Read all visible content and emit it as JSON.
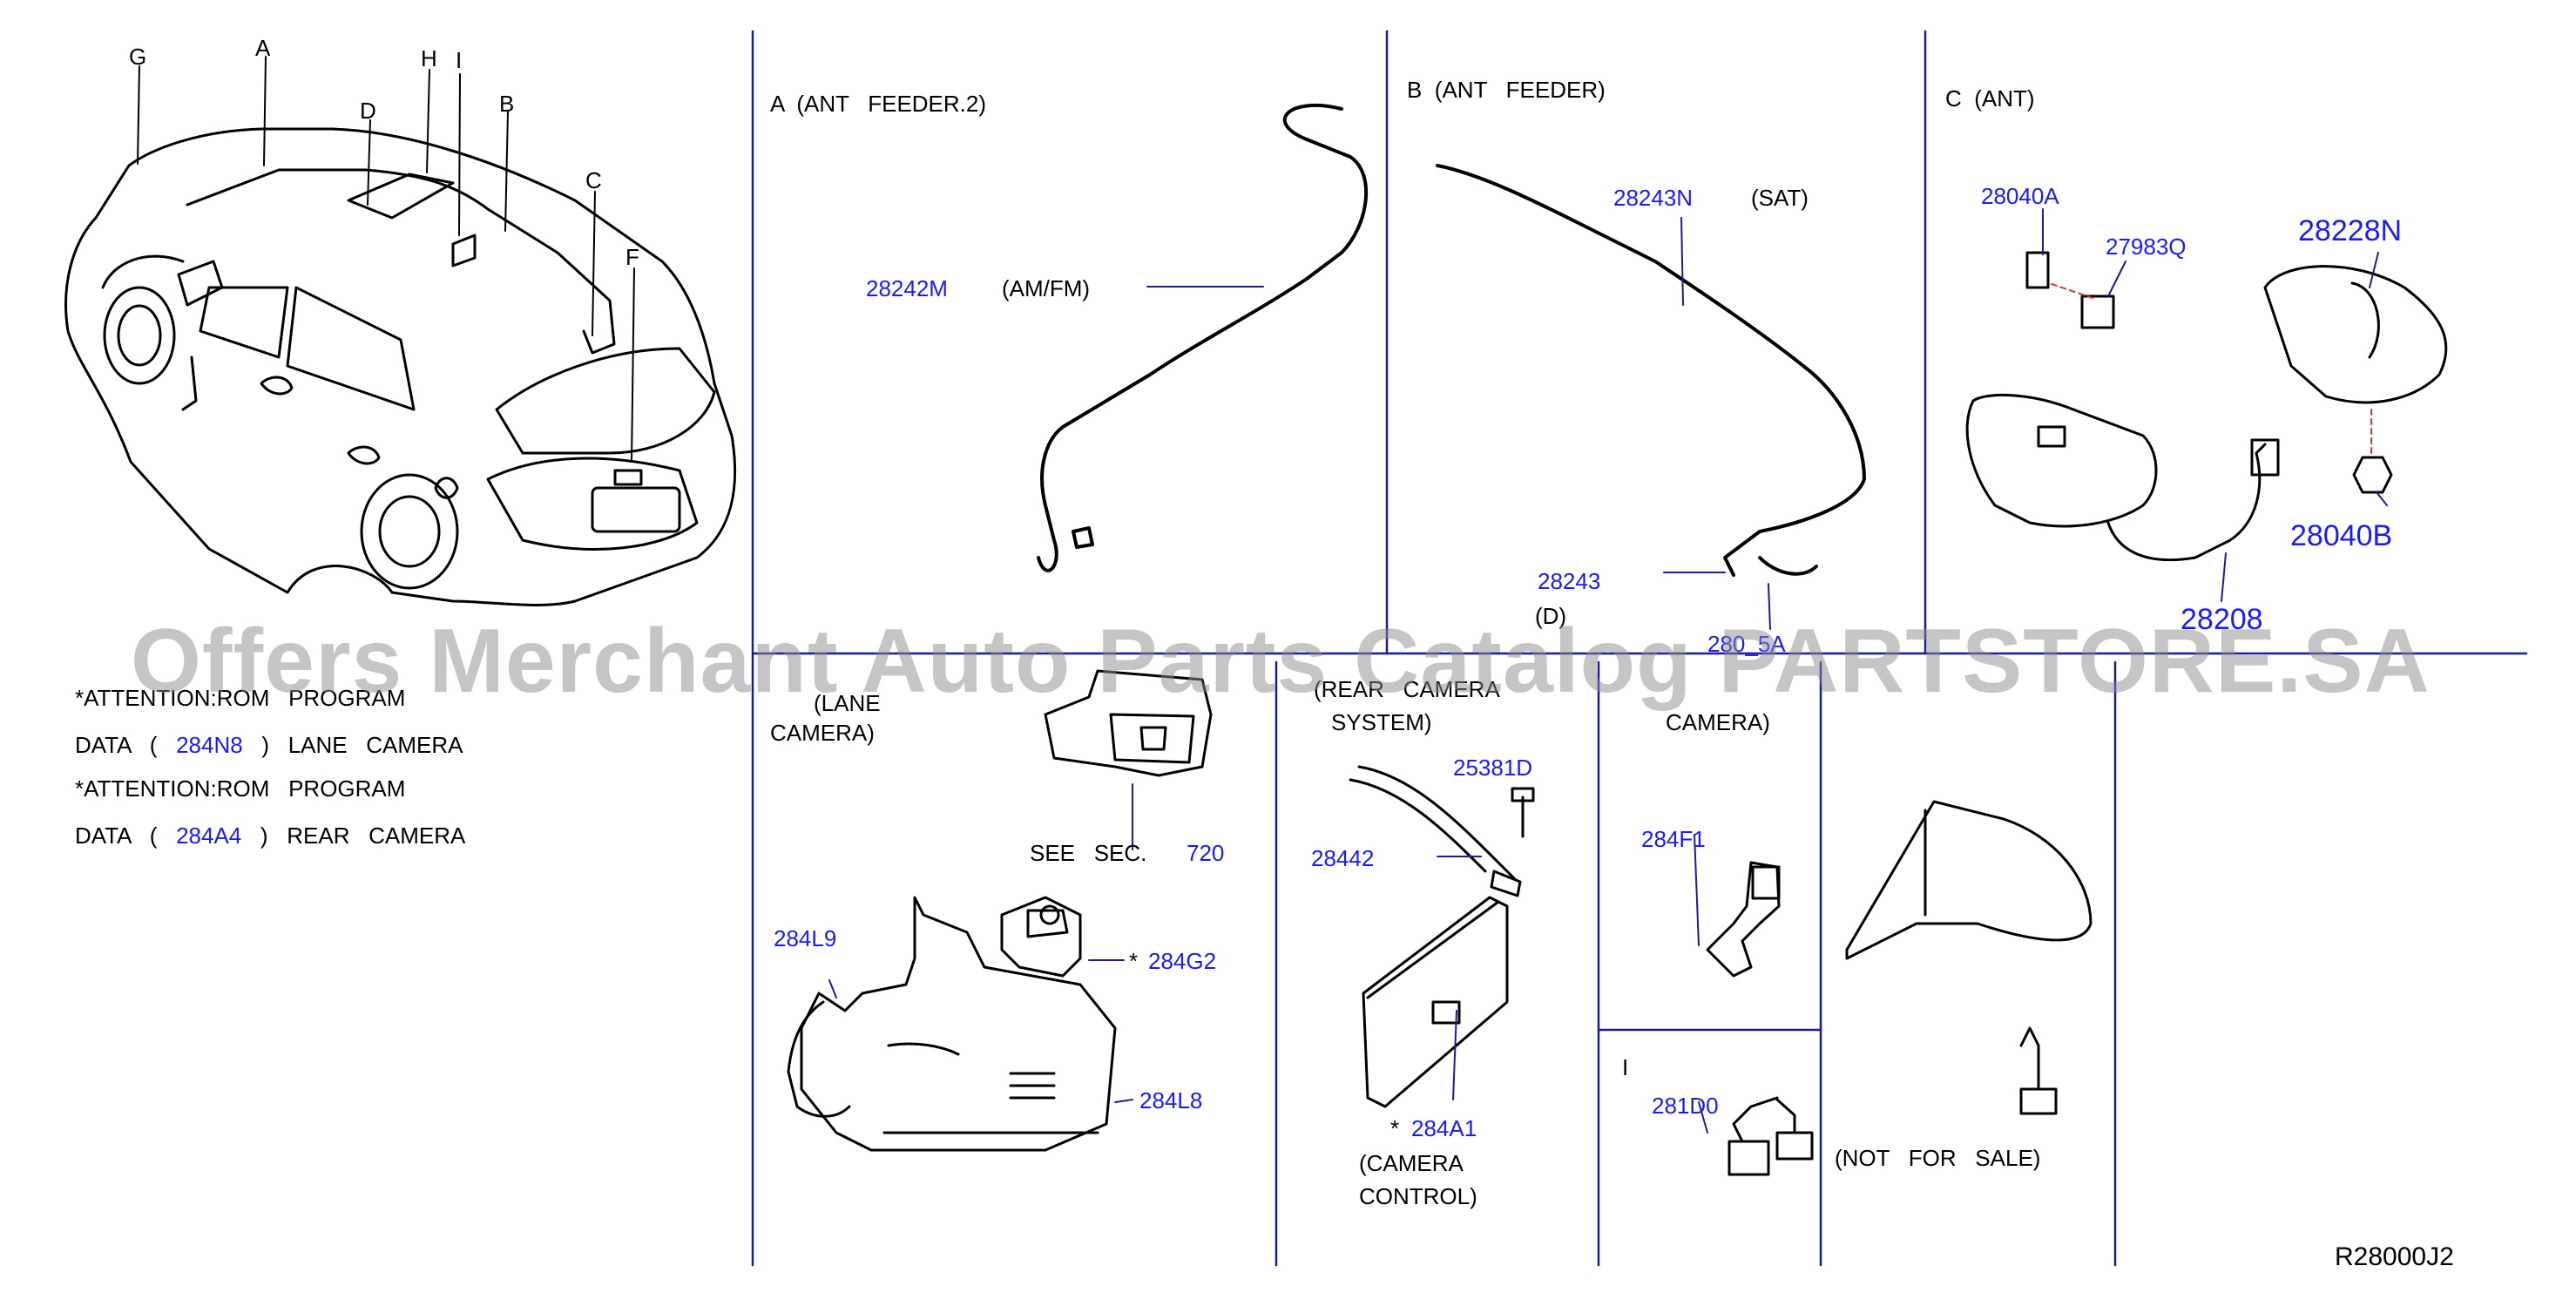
{
  "car_labels": {
    "g": "G",
    "a": "A",
    "h": "H",
    "i": "I",
    "d": "D",
    "b": "B",
    "c": "C",
    "f": "F"
  },
  "panel_a": {
    "title": "A  (ANT   FEEDER.2)",
    "part": "28242M",
    "desc": "(AM/FM)"
  },
  "panel_b": {
    "title": "B  (ANT   FEEDER)",
    "part1": "28243N",
    "desc1": "(SAT)",
    "part2": "28243",
    "desc2": "(D)",
    "part3": "280_5A"
  },
  "panel_c": {
    "title": "C  (ANT)",
    "p1": "28040A",
    "p2": "27983Q",
    "p3": "28228N",
    "p4": "28040B",
    "p5": "28208"
  },
  "notes": {
    "l1": "*ATTENTION:ROM   PROGRAM",
    "l2a": "DATA   (",
    "l2p": "284N8",
    "l2b": ")   LANE   CAMERA",
    "l3": "*ATTENTION:ROM   PROGRAM",
    "l4a": "DATA   (",
    "l4p": "284A4",
    "l4b": ")   REAR   CAMERA"
  },
  "panel_d": {
    "t1": "(LANE",
    "t2": "CAMERA)",
    "see": "SEE   SEC.",
    "sec": "720",
    "p1": "284L9",
    "p2": "284G2",
    "star": "*",
    "p3": "284L8"
  },
  "panel_e": {
    "t1": "(REAR   CAMERA",
    "t2": "SYSTEM)",
    "p1": "25381D",
    "p2": "28442",
    "star": "*",
    "p3": "284A1",
    "c1": "(CAMERA",
    "c2": "CONTROL)"
  },
  "panel_g": {
    "t1": "CAMERA)",
    "p1": "284F1"
  },
  "panel_i": {
    "title": "I",
    "p1": "281D0"
  },
  "panel_h": {
    "note": "(NOT   FOR   SALE)"
  },
  "diagram_code": "R28000J2",
  "watermark": "Offers Merchant Auto Parts Catalog PARTSTORE.SA",
  "colors": {
    "part_number": "#1a1aff",
    "line": "#1a1a9c",
    "ink": "#000000",
    "watermark": "#8c8c8c"
  }
}
